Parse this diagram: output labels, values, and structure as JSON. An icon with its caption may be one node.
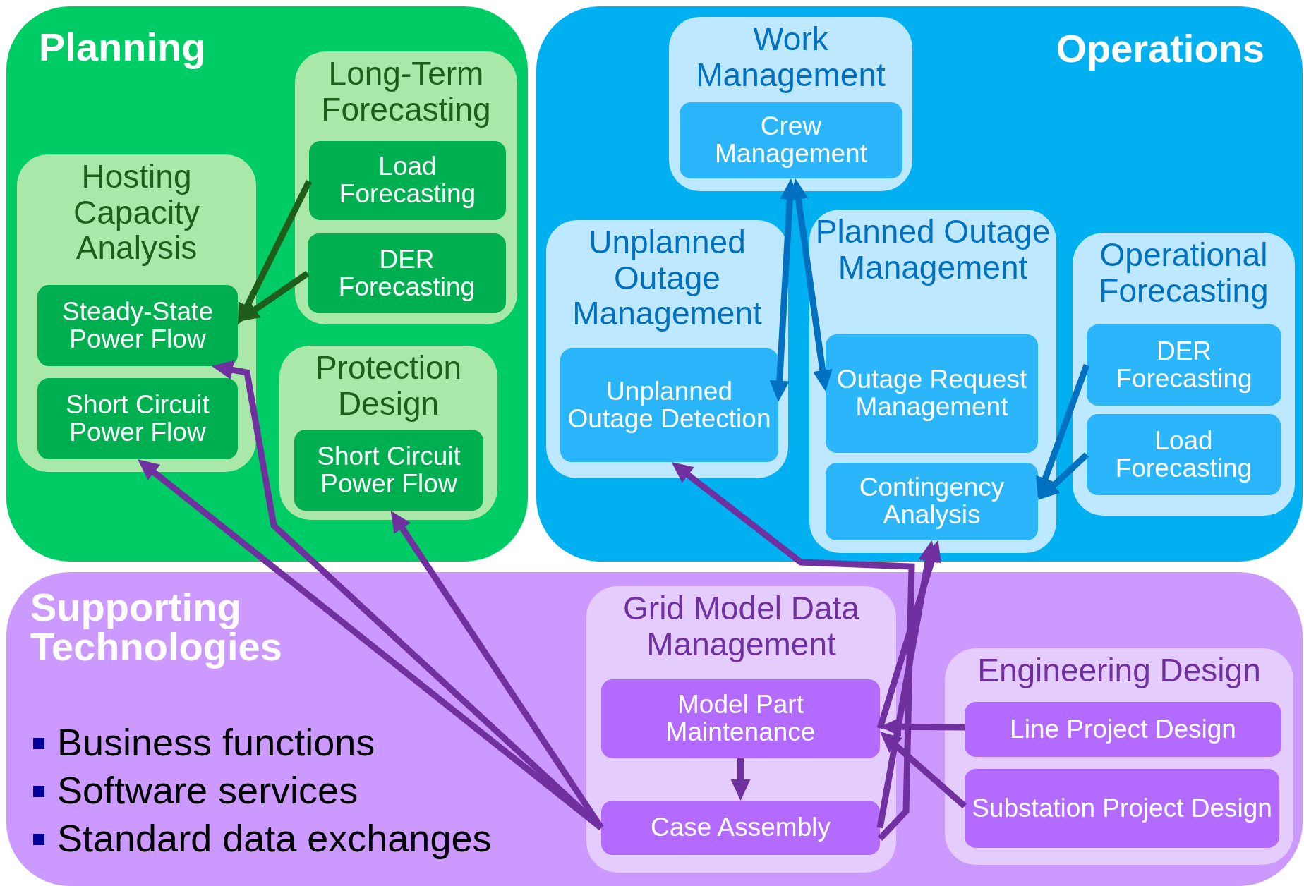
{
  "diagram": {
    "nodes": [
      {
        "text": [
          "Planning"
        ]
      },
      {
        "text": [
          "Hosting Capacity Analysis"
        ],
        "in": 0
      },
      {
        "text": [
          "Steady-State Power Flow"
        ],
        "in": 1
      },
      {
        "text": [
          "Short Circuit Power Flow"
        ],
        "in": 1
      },
      {
        "text": [
          "Long-Term Forecasting"
        ],
        "in": 0
      },
      {
        "text": [
          "Load Forecasting"
        ],
        "in": 4
      },
      {
        "text": [
          "DER Forecasting"
        ],
        "in": 4
      },
      {
        "text": [
          "Protection Design"
        ],
        "in": 0
      },
      {
        "text": [
          "Short Circuit Power Flow"
        ],
        "in": 7
      },
      {
        "text": [
          "Operations"
        ]
      },
      {
        "text": [
          "Work Management"
        ],
        "in": 9
      },
      {
        "text": [
          "Crew Management"
        ],
        "in": 10
      },
      {
        "text": [
          "Unplanned Outage Management"
        ],
        "in": 9
      },
      {
        "text": [
          "Unplanned Outage Detection"
        ],
        "in": 12
      },
      {
        "text": [
          "Planned Outage Management"
        ],
        "in": 9
      },
      {
        "text": [
          "Outage Request Management"
        ],
        "in": 14
      },
      {
        "text": [
          "Contingency Analysis"
        ],
        "in": 14
      },
      {
        "text": [
          "Operational Forecasting"
        ],
        "in": 9
      },
      {
        "text": [
          "DER Forecasting"
        ],
        "in": 17
      },
      {
        "text": [
          "Load Forecasting"
        ],
        "in": 17
      },
      {
        "text": [
          "Supporting Technologies"
        ]
      },
      {
        "text": [
          "Grid Model Data Management"
        ],
        "in": 20
      },
      {
        "text": [
          "Model Part Maintenance"
        ],
        "in": 21
      },
      {
        "text": [
          "Case Assembly"
        ],
        "in": 21
      },
      {
        "text": [
          "Engineering Design"
        ],
        "in": 20
      },
      {
        "text": [
          "Line Project Design"
        ],
        "in": 24
      },
      {
        "text": [
          "Substation Project Design"
        ],
        "in": 24
      }
    ],
    "edges": [
      {
        "from": 5,
        "to": 2,
        "arrow": "to",
        "color": "#1e5e1a"
      },
      {
        "from": 6,
        "to": 2,
        "arrow": "to",
        "color": "#1e5e1a"
      },
      {
        "from": 11,
        "to": 13,
        "arrow": "both",
        "color": "#0070c0"
      },
      {
        "from": 11,
        "to": 15,
        "arrow": "both",
        "color": "#0070c0"
      },
      {
        "from": 18,
        "to": 16,
        "arrow": "to",
        "color": "#0070c0"
      },
      {
        "from": 19,
        "to": 16,
        "arrow": "to",
        "color": "#0070c0"
      },
      {
        "from": 23,
        "to": 2,
        "arrow": "to"
      },
      {
        "from": 23,
        "to": 3,
        "arrow": "to"
      },
      {
        "from": 23,
        "to": 8,
        "arrow": "to"
      },
      {
        "from": 23,
        "to": 13,
        "arrow": "to"
      },
      {
        "from": 23,
        "to": 16,
        "arrow": "to"
      },
      {
        "from": 22,
        "to": 16,
        "arrow": "to"
      },
      {
        "from": 25,
        "to": 22,
        "arrow": "to"
      },
      {
        "from": 26,
        "to": 22,
        "arrow": "to"
      },
      {
        "from": 22,
        "to": 23,
        "arrow": "to"
      }
    ],
    "labels": [
      "Business functions",
      "Software services",
      "Standard data exchanges"
    ]
  }
}
